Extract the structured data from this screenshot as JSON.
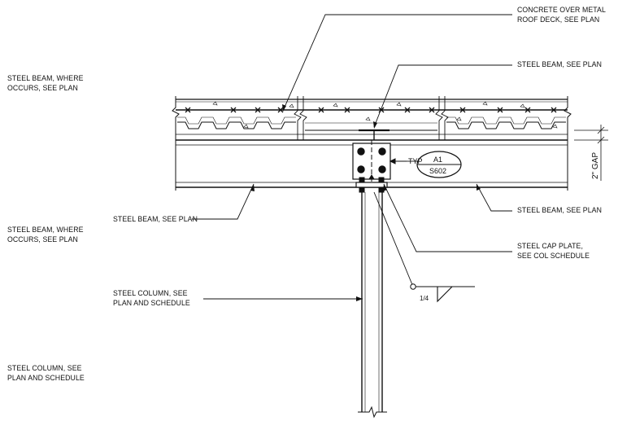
{
  "labels": {
    "concrete_deck": [
      "CONCRETE OVER METAL",
      "ROOF DECK, SEE PLAN"
    ],
    "steel_beam_top": "STEEL BEAM, SEE PLAN",
    "steel_beam_where_1": [
      "STEEL BEAM, WHERE",
      "OCCURS, SEE PLAN"
    ],
    "steel_beam_left": "STEEL BEAM, SEE PLAN",
    "steel_beam_right": "STEEL BEAM, SEE PLAN",
    "steel_beam_where_2": [
      "STEEL BEAM, WHERE",
      "OCCURS, SEE PLAN"
    ],
    "steel_cap_plate": [
      "STEEL CAP PLATE,",
      "SEE COL SCHEDULE"
    ],
    "steel_column_center": [
      "STEEL COLUMN, SEE",
      "PLAN AND SCHEDULE"
    ],
    "steel_column_left": [
      "STEEL COLUMN, SEE",
      "PLAN AND SCHEDULE"
    ],
    "gap": "2\" GAP",
    "typ": "TYP",
    "detail_id": "A1",
    "sheet_ref": "S602",
    "weld_size": "1/4"
  },
  "colors": {
    "line": "#111111",
    "background": "#ffffff"
  }
}
